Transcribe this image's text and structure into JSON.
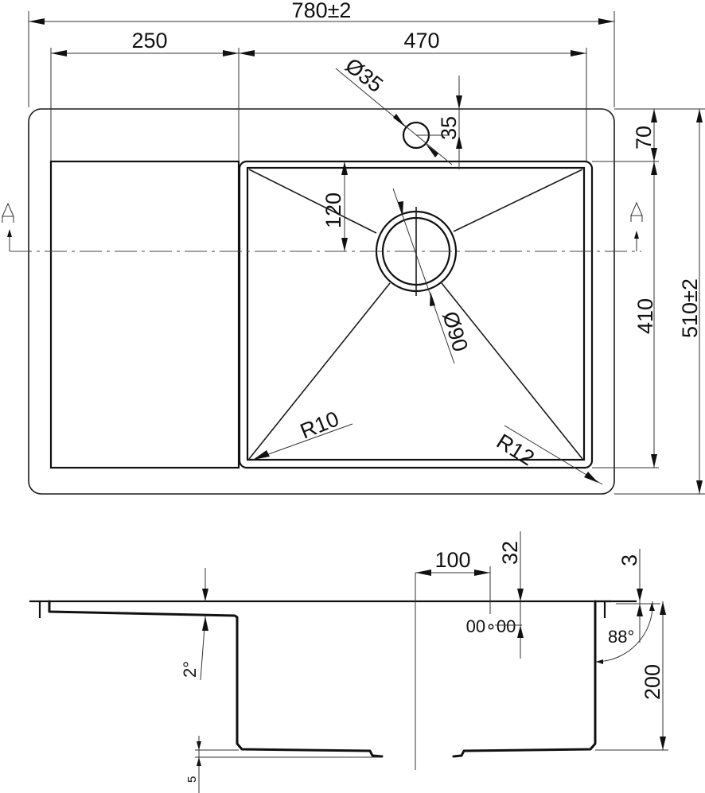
{
  "drawing": {
    "title": "Kitchen sink with drainboard - technical drawing",
    "line_color": "#111111",
    "background": "#ffffff"
  },
  "plan_view": {
    "overall_width": "780±2",
    "drainboard_width": "250",
    "bowl_width": "470",
    "overall_depth": "510±2",
    "back_to_bowl": "70",
    "bowl_depth": "410",
    "tap_hole_diameter": "Ø35",
    "tap_hole_offset": "35",
    "drain_offset": "120",
    "drain_diameter": "Ø90",
    "corner_radius_inner": "R10",
    "corner_radius_outer": "R12",
    "section_marker": "A"
  },
  "section_view": {
    "overflow_offset": "100",
    "overflow_height": "32",
    "overflow_symbol": "00∘00",
    "rim_thickness": "3",
    "wall_angle": "88°",
    "bowl_height": "200",
    "drainboard_slope": "2°",
    "drainboard_step": "5"
  }
}
